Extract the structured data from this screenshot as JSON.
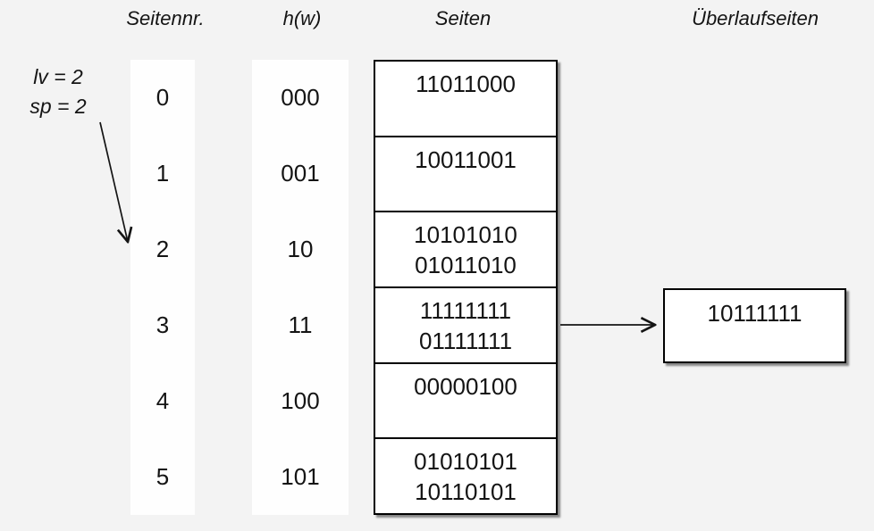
{
  "headers": {
    "page_no": "Seitennr.",
    "hash": "h(w)",
    "pages": "Seiten",
    "overflow": "Überlaufseiten"
  },
  "annotation": {
    "line1": "lv = 2",
    "line2": "sp = 2",
    "points_to_page": "2"
  },
  "buckets": [
    {
      "page_no": "0",
      "hash": "000",
      "entries": [
        "11011000"
      ]
    },
    {
      "page_no": "1",
      "hash": "001",
      "entries": [
        "10011001"
      ]
    },
    {
      "page_no": "2",
      "hash": "10",
      "entries": [
        "10101010",
        "01011010"
      ]
    },
    {
      "page_no": "3",
      "hash": "11",
      "entries": [
        "11111111",
        "01111111"
      ]
    },
    {
      "page_no": "4",
      "hash": "100",
      "entries": [
        "00000100"
      ]
    },
    {
      "page_no": "5",
      "hash": "101",
      "entries": [
        "01010101",
        "10110101"
      ]
    }
  ],
  "overflow_page": {
    "entries": [
      "10111111"
    ],
    "linked_from_page": "3"
  },
  "colors": {
    "background": "#f3f3f3",
    "column_strip": "#fefefe",
    "cell_background": "#ffffff",
    "border": "#000000",
    "text": "#141414"
  }
}
